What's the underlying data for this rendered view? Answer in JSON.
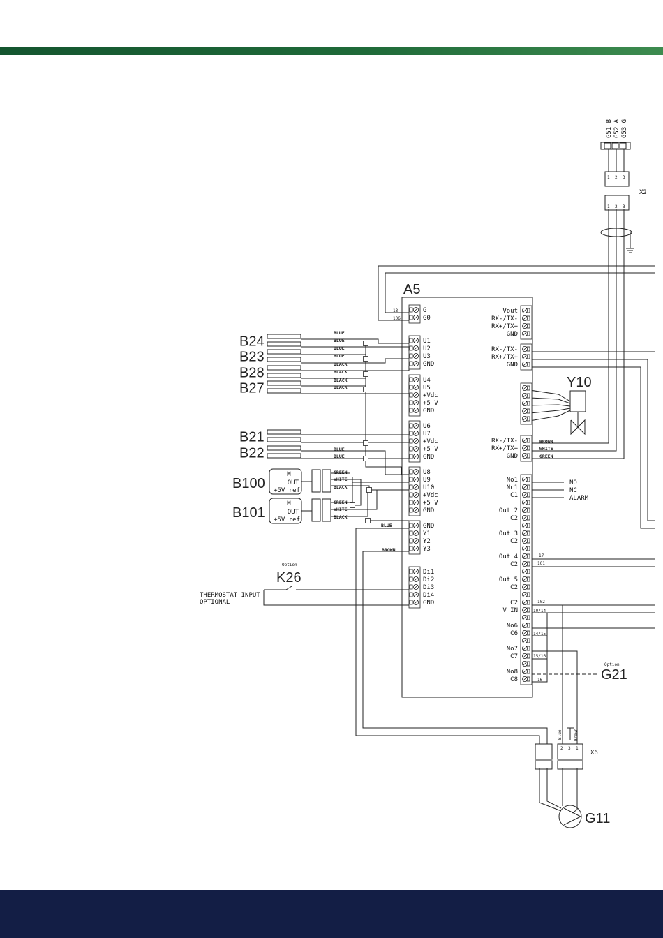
{
  "header": {
    "bar_color": "#1f6a39"
  },
  "footer": {
    "bar_color": "#131e45"
  },
  "controller": {
    "name": "A5",
    "left_blocks": [
      {
        "terminals": [
          "G",
          "G0"
        ]
      },
      {
        "terminals": [
          "U1",
          "U2",
          "U3",
          "GND"
        ]
      },
      {
        "terminals": [
          "U4",
          "U5",
          "+Vdc",
          "+5 V",
          "GND"
        ]
      },
      {
        "terminals": [
          "U6",
          "U7",
          "+Vdc",
          "+5 V",
          "GND"
        ]
      },
      {
        "terminals": [
          "U8",
          "U9",
          "U10",
          "+Vdc",
          "+5 V",
          "GND"
        ]
      },
      {
        "terminals": [
          "GND",
          "Y1",
          "Y2",
          "Y3"
        ]
      },
      {
        "terminals": [
          "Di1",
          "Di2",
          "Di3",
          "Di4",
          "GND"
        ]
      }
    ],
    "right_blocks": [
      {
        "terminals": [
          "Vout",
          "RX-/TX-",
          "RX+/TX+",
          "GND"
        ]
      },
      {
        "terminals": [
          "RX-/TX-",
          "RX+/TX+",
          "GND"
        ]
      },
      {
        "terminals": [
          "",
          "",
          "",
          "",
          ""
        ]
      },
      {
        "terminals": [
          "RX-/TX-",
          "RX+/TX+",
          "GND"
        ]
      },
      {
        "terminals": [
          "No1",
          "Nc1",
          "C1",
          "",
          "Out 2",
          "C2",
          "",
          "Out 3",
          "C2",
          "",
          "Out 4",
          "C2",
          "",
          "Out 5",
          "C2",
          "",
          "C2",
          "V IN",
          "",
          "No6",
          "C6",
          "",
          "No7",
          "C7",
          "",
          "No8",
          "C8"
        ]
      }
    ]
  },
  "sensors": {
    "B24": "B24",
    "B23": "B23",
    "B28": "B28",
    "B27": "B27",
    "B21": "B21",
    "B22": "B22",
    "B100": "B100",
    "B101": "B101"
  },
  "transducer_labels": {
    "m": "M",
    "out": "OUT",
    "ref": "+5V ref"
  },
  "wire_colors": {
    "blue": "BLUE",
    "black": "BLACK",
    "green": "GREEN",
    "white": "WHITE",
    "brown": "BROWN"
  },
  "components": {
    "y10": "Y10",
    "k26": "K26",
    "g21": "G21",
    "g11": "G11",
    "x2": "X2",
    "x6": "X6",
    "option": "Option"
  },
  "thermostat": {
    "line1": "THERMOSTAT INPUT",
    "line2": "OPTIONAL"
  },
  "alarm_outputs": [
    "NO",
    "NC",
    "ALARM"
  ],
  "wire_numbers": {
    "w13": "13",
    "w106": "106",
    "w17": "17",
    "w101": "101",
    "w102": "102",
    "w10_14": "10/14",
    "w14_15": "14/15",
    "w15_16": "15/16",
    "w16": "16"
  },
  "bus_signals": [
    "G51 B",
    "G52 A",
    "G53 G"
  ],
  "pin_numbers": [
    "1",
    "2",
    "3"
  ],
  "x6_pins": [
    "2",
    "3",
    "1"
  ],
  "x6_cable_labels": [
    "Blue",
    "Brown"
  ]
}
